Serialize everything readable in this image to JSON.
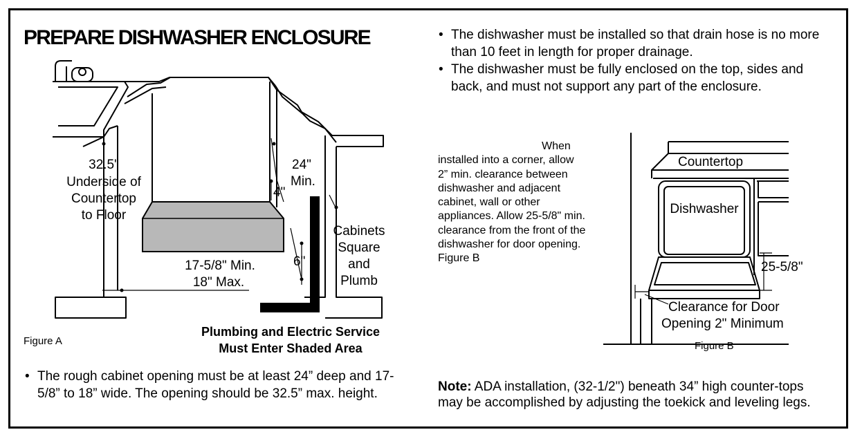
{
  "title": "PREPARE DISHWASHER ENCLOSURE",
  "right_bullets": [
    "The dishwasher must be installed so that drain hose is no more than 10 feet in length for proper drainage.",
    "The dishwasher must be fully enclosed on the top, sides and back, and must not support any part of the enclosure."
  ],
  "corner_text": {
    "line1": "When",
    "rest": "installed into a corner, allow 2” min. clearance between dishwasher and adjacent cabinet, wall or other appliances. Allow 25-5/8\" min. clearance from the front of the dishwasher for door opening. Figure B"
  },
  "figure_a": {
    "caption": "Figure A",
    "height_label": [
      "32.5\"",
      "Underside of",
      "Countertop",
      "to Floor"
    ],
    "depth_label": [
      "24\"",
      "Min."
    ],
    "four_label": "4\"",
    "six_label": "6\"",
    "width_label": [
      "17-5/8\" Min.",
      "18\" Max."
    ],
    "cabinets_label": [
      "Cabinets",
      "Square",
      "and",
      "Plumb"
    ],
    "service_label": [
      "Plumbing and Electric Service",
      "Must Enter Shaded Area"
    ]
  },
  "figure_b": {
    "caption": "Figure B",
    "countertop": "Countertop",
    "dishwasher": "Dishwasher",
    "door_dim": "25-5/8\"",
    "clearance_label": [
      "Clearance for Door",
      "Opening 2\" Minimum"
    ]
  },
  "left_bullets": [
    "The rough cabinet opening must be at least 24” deep and 17-5/8” to 18” wide. The opening should be 32.5” max. height."
  ],
  "note": {
    "label": "Note:",
    "text": " ADA installation, (32-1/2\") beneath 34” high counter-tops may be accomplished by adjusting the toekick and leveling legs."
  }
}
